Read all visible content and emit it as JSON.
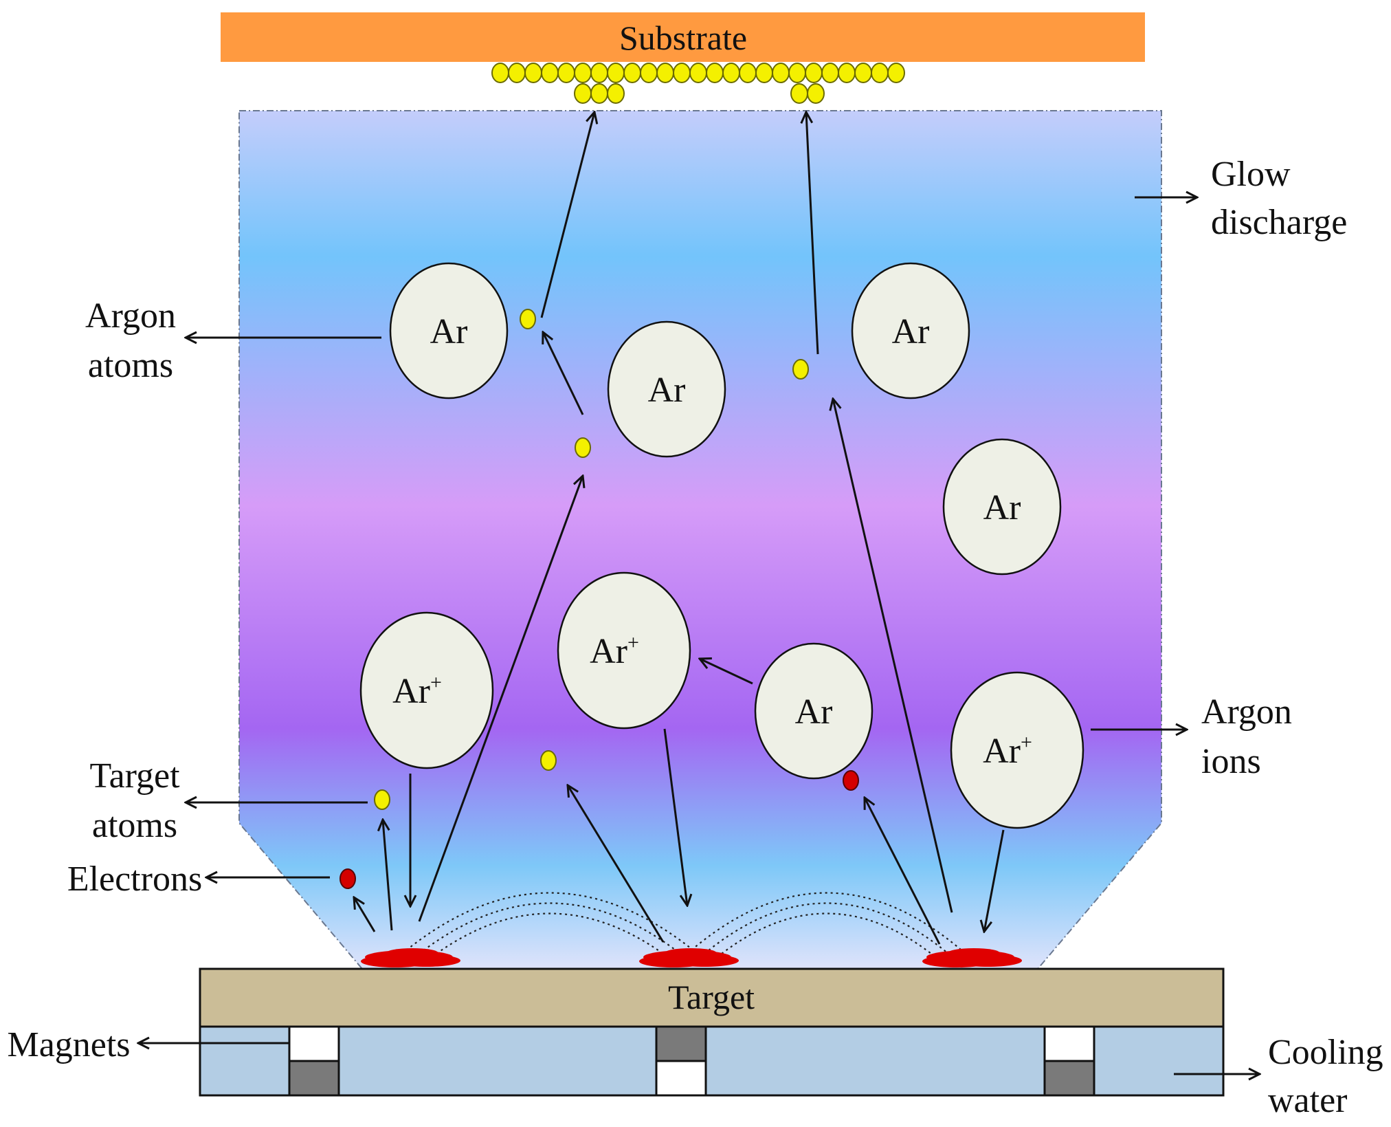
{
  "labels": {
    "substrate": "Substrate",
    "target": "Target",
    "glow_1": "Glow",
    "glow_2": "discharge",
    "argon_atoms_1": "Argon",
    "argon_atoms_2": "atoms",
    "target_atoms_1": "Target",
    "target_atoms_2": "atoms",
    "electrons": "Electrons",
    "magnets": "Magnets",
    "argon_ions_1": "Argon",
    "argon_ions_2": "ions",
    "cooling_1": "Cooling",
    "cooling_2": "water"
  },
  "particles": {
    "argon_atom_label": "Ar",
    "argon_ion_label": "Ar",
    "ion_charge": "+"
  },
  "colors": {
    "substrate": "#ff9a40",
    "target": "#cbbd97",
    "cooling": "#b3cde4",
    "magnet_dark": "#7a7a7a",
    "glow_top": "#c4cdfb",
    "glow_mid_blue": "#73c4fb",
    "glow_pink": "#d69cf8",
    "glow_purple": "#a466f2",
    "target_atom": "#f4f000",
    "electron": "#d40000",
    "erosion": "#e00000"
  }
}
